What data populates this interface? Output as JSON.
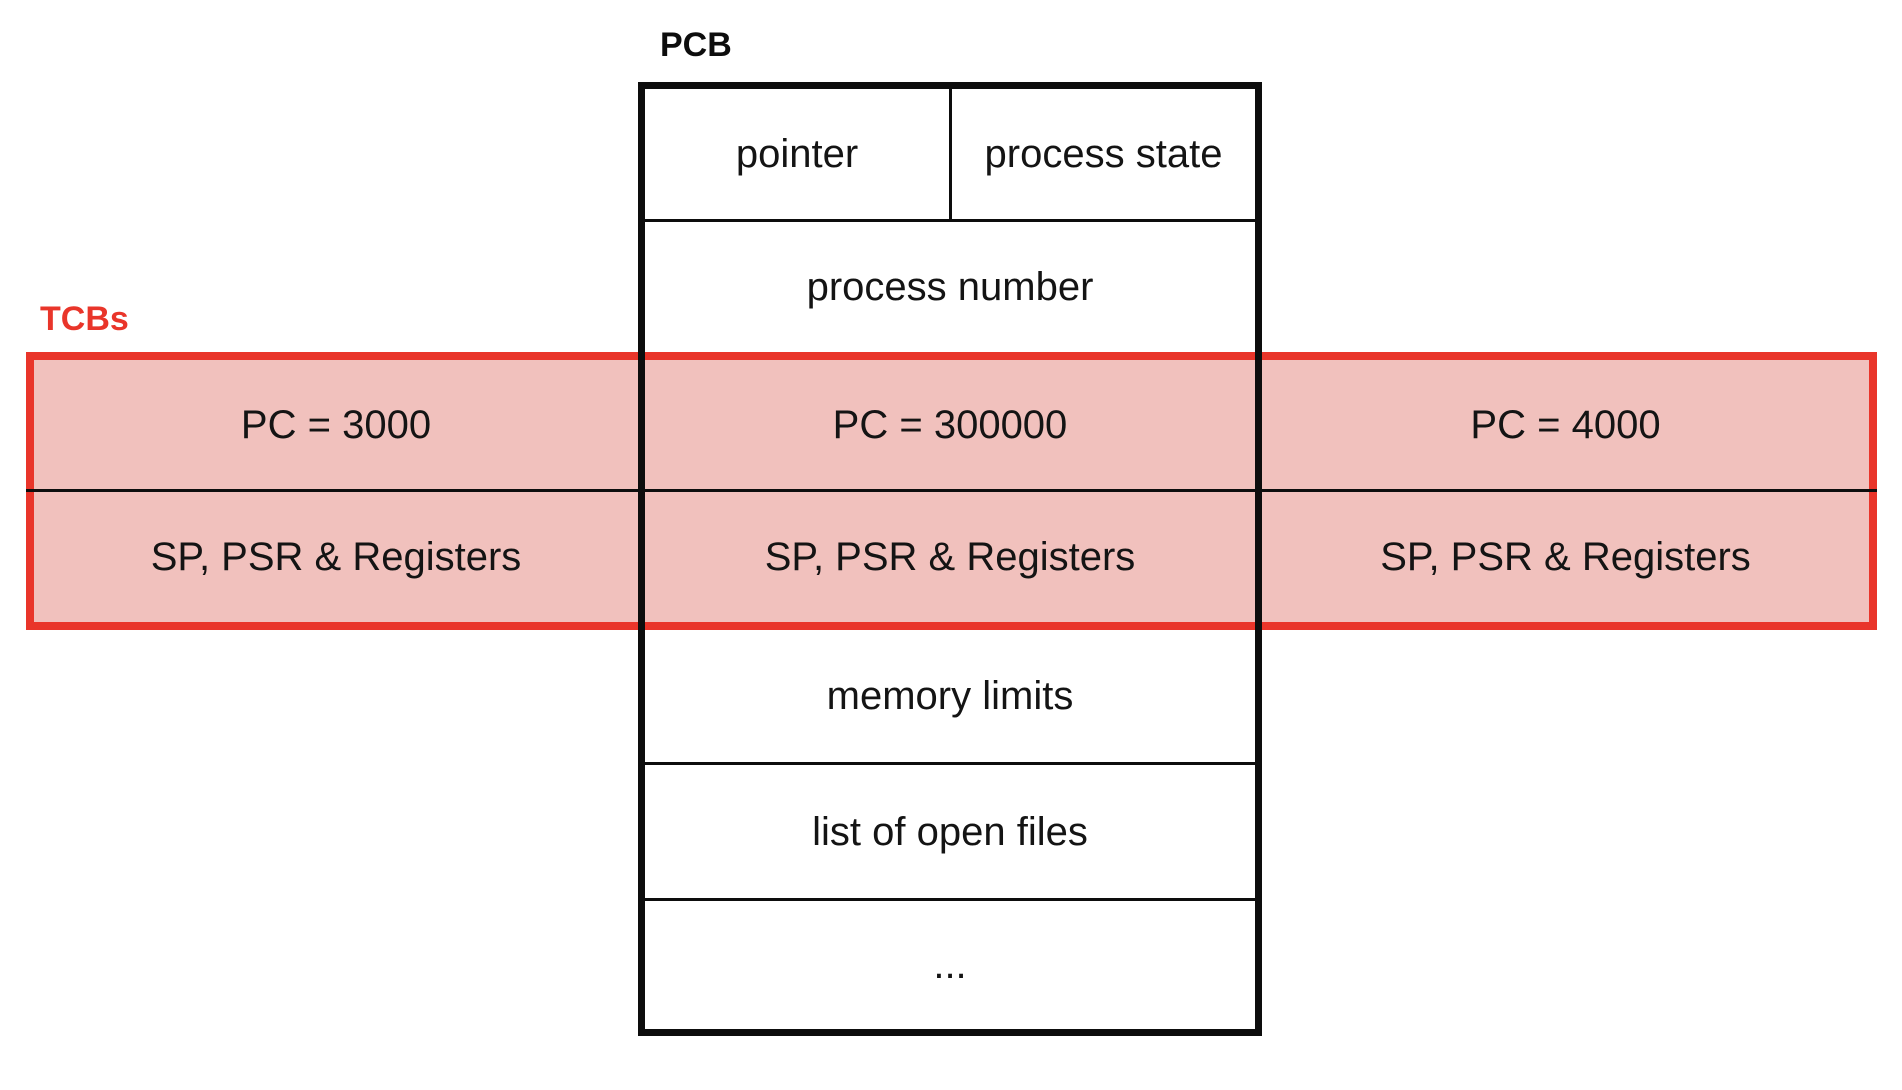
{
  "diagram": {
    "pcb_label": "PCB",
    "tcbs_label": "TCBs",
    "colors": {
      "accent_red": "#E9352A",
      "tcb_fill": "#F1C1BD",
      "line_black": "#0D0D0D"
    },
    "pcb_rows": {
      "pointer": "pointer",
      "process_state": "process state",
      "process_number": "process number",
      "memory_limits": "memory limits",
      "open_files": "list of open files",
      "ellipsis": "..."
    },
    "tcb_columns": [
      {
        "pc": "PC = 3000",
        "regs": "SP, PSR & Registers"
      },
      {
        "pc": "PC = 300000",
        "regs": "SP, PSR & Registers"
      },
      {
        "pc": "PC = 4000",
        "regs": "SP, PSR & Registers"
      }
    ]
  }
}
